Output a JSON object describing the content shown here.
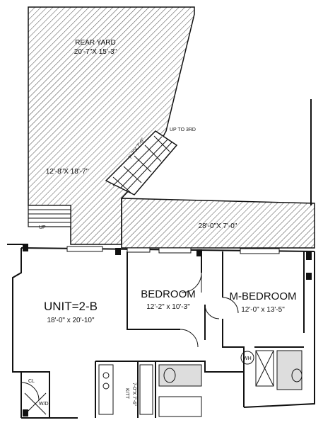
{
  "rear_yard": {
    "name": "REAR YARD",
    "dims": "20'-7\"X 15'-3\""
  },
  "stair": {
    "label": "UP TO 3RD",
    "dims": "7'-7\"X 7'-0\""
  },
  "yard_side": {
    "dims": "12'-8\"X 18'-7\"",
    "up": "UP"
  },
  "deck": {
    "dims": "28'-0\"X 7'-0\""
  },
  "unit": {
    "name": "UNIT=2-B",
    "dims": "18'-0\" x 20'-10\""
  },
  "bedroom": {
    "name": "BEDROOM",
    "dims": "12'-2\" x 10'-3\""
  },
  "master": {
    "name": "M-BEDROOM",
    "dims": "12'-0\" x 13'-5\""
  },
  "kitchen": {
    "name": "KITT",
    "dims": "7-0\"X 7'-6\""
  },
  "closets": {
    "c1": "CL",
    "c2": "W/D"
  },
  "heater": {
    "label": "WH"
  },
  "colors": {
    "ink": "#111111",
    "paper": "#ffffff"
  }
}
